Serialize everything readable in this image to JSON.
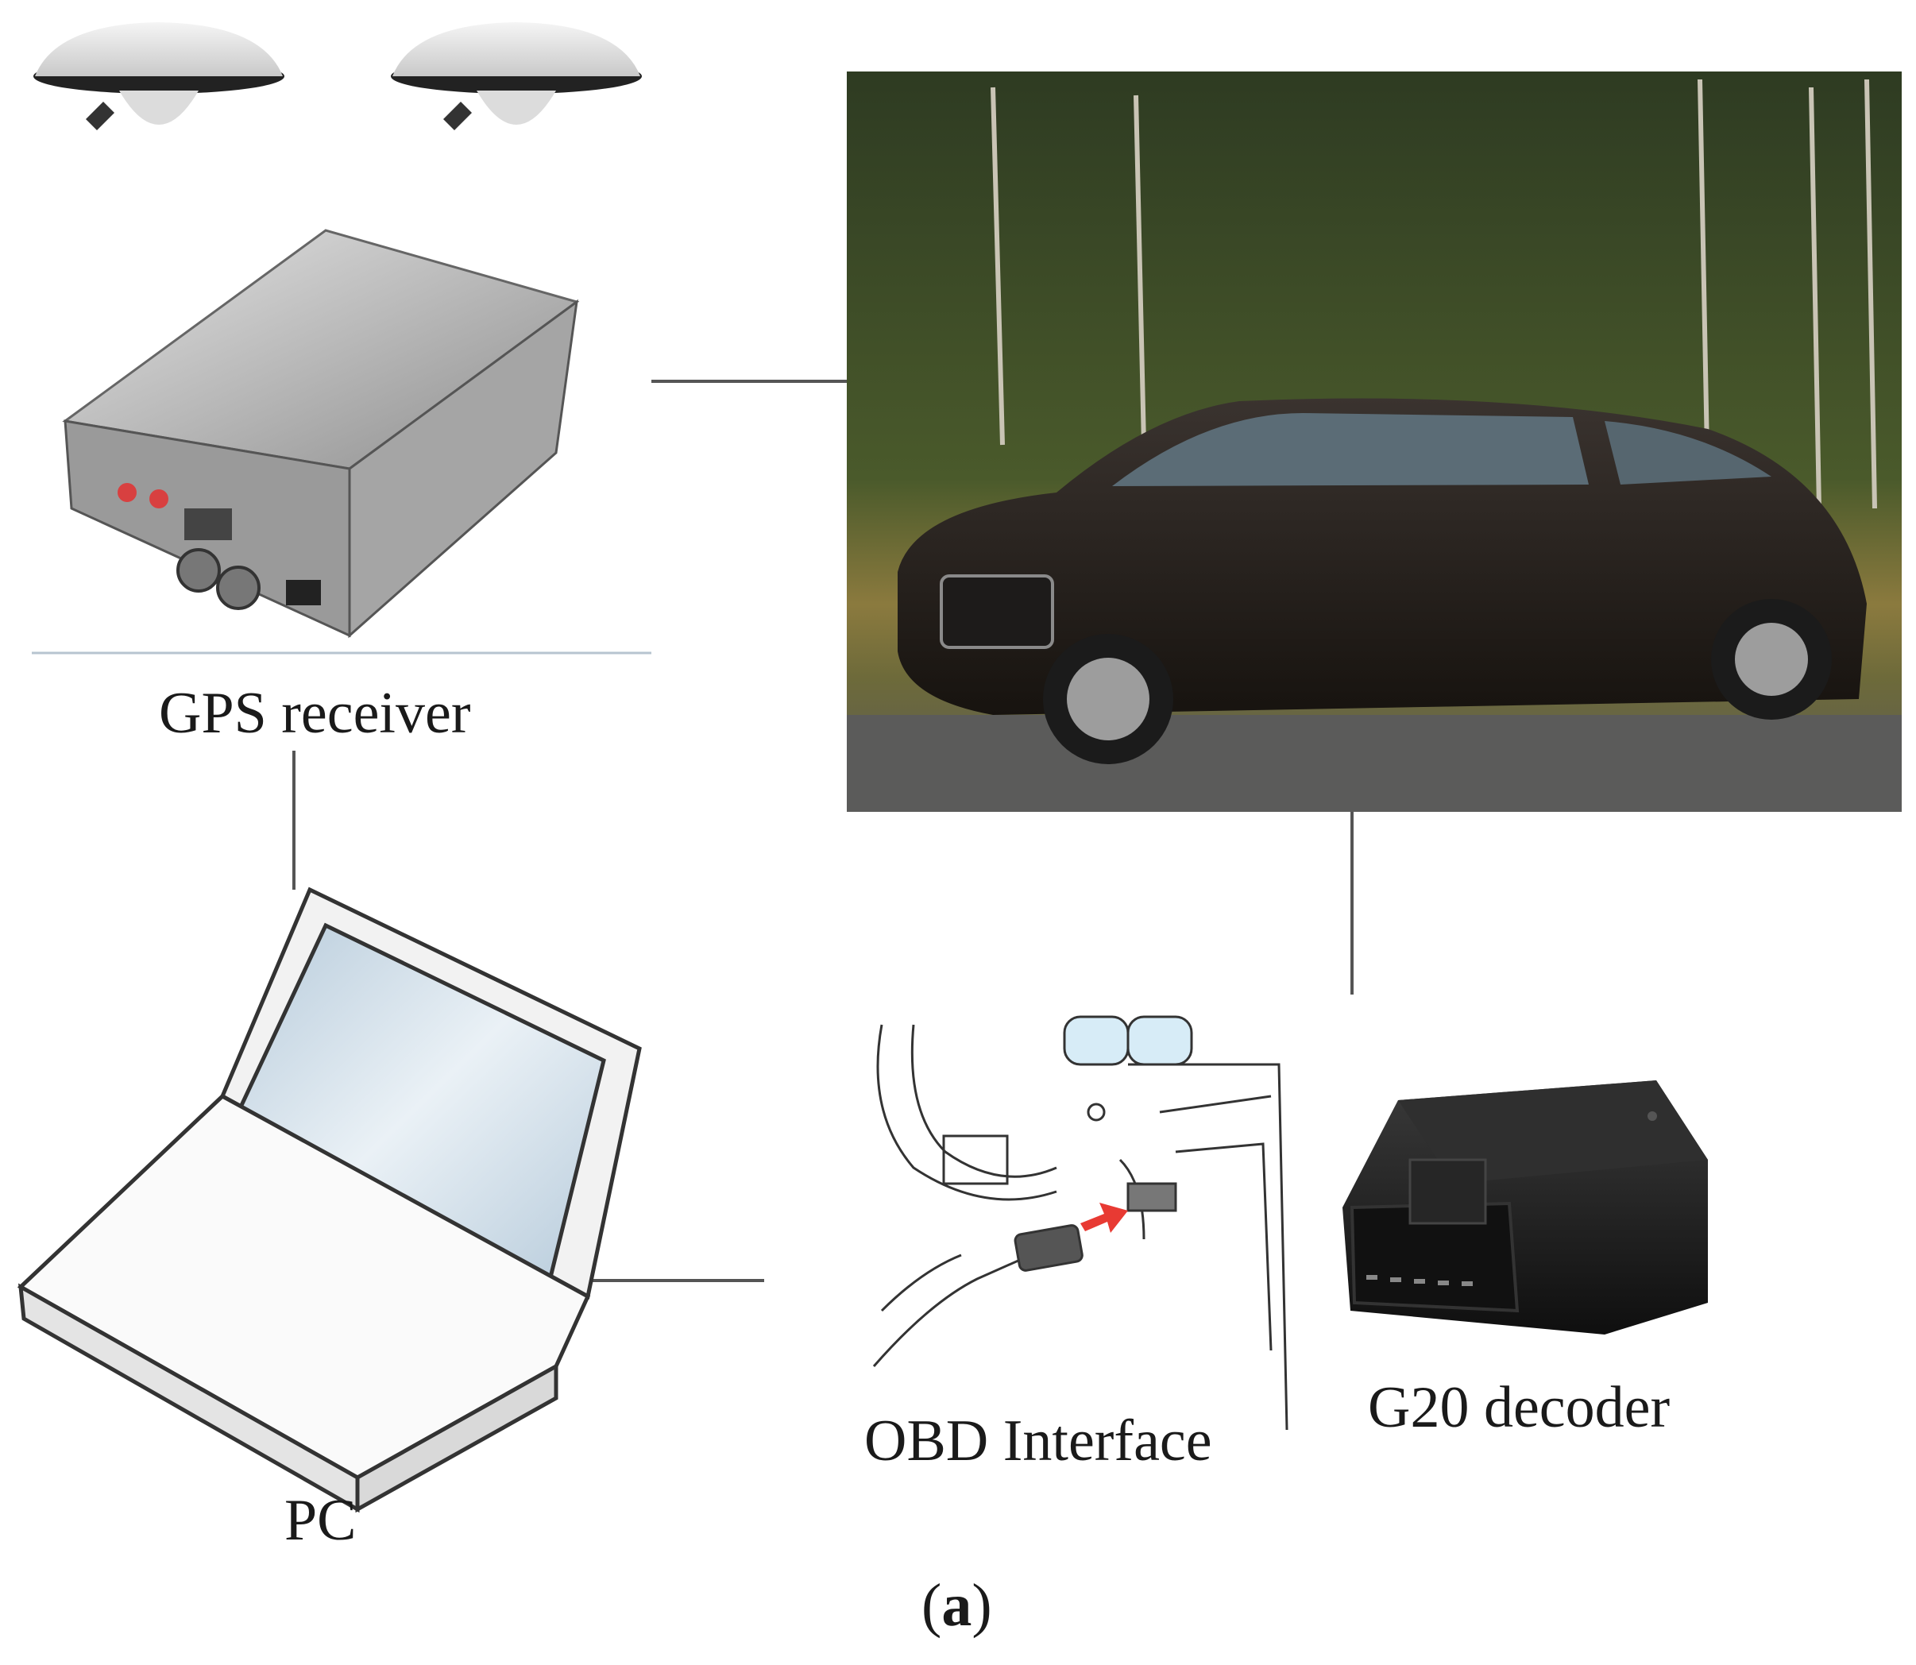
{
  "figure": {
    "panel_label": {
      "open": "(",
      "letter": "a",
      "close": ")"
    },
    "components": {
      "gps_receiver": {
        "label": "GPS receiver"
      },
      "pc": {
        "label": "PC"
      },
      "obd_interface": {
        "label": "OBD Interface"
      },
      "g20_decoder": {
        "label": "G20 decoder"
      },
      "vehicle": {
        "label": ""
      }
    },
    "icons": [
      "gps-antenna-icon",
      "gps-receiver-icon",
      "car-photo-icon",
      "laptop-icon",
      "obd-interface-icon",
      "obd-decoder-icon"
    ],
    "colors": {
      "connector": "#555555",
      "car_body": "#2a2522",
      "antenna": "#e6e6e6",
      "laptop_screen": "#c9d9e6",
      "decoder": "#1c1c1c",
      "arrow": "#e83a33"
    }
  }
}
